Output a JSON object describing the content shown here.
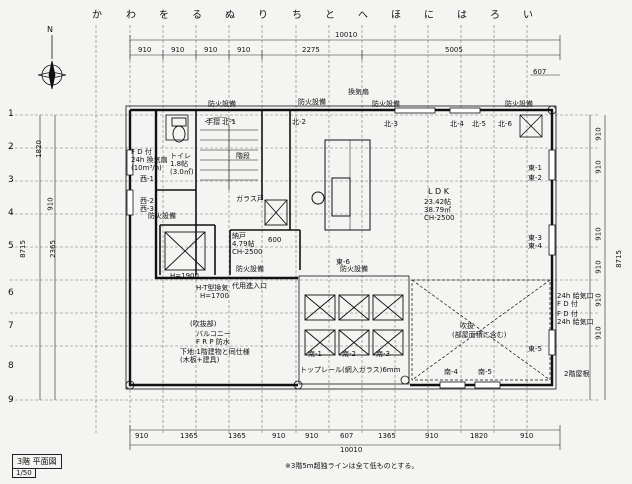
{
  "top_row_labels": [
    "か",
    "わ",
    "を",
    "る",
    "ぬ",
    "り",
    "ち",
    "と",
    "へ",
    "ほ",
    "に",
    "は",
    "ろ",
    "い"
  ],
  "left_row_labels": [
    "1",
    "2",
    "3",
    "4",
    "5",
    "6",
    "7",
    "8",
    "9"
  ],
  "north_label": "N",
  "top_dims": {
    "overall": "10010",
    "segments": [
      "910",
      "910",
      "910",
      "910",
      "2275",
      "5005"
    ],
    "small": "607"
  },
  "bottom_dims": {
    "overall": "10010",
    "segments": [
      "910",
      "1365",
      "1365",
      "910",
      "910",
      "607",
      "1365",
      "910",
      "1820",
      "910"
    ]
  },
  "left_dims": [
    "1820",
    "2365",
    "8715",
    "910"
  ],
  "right_dims": [
    "910",
    "910",
    "8715",
    "910",
    "910",
    "910",
    "910"
  ],
  "rooms": {
    "ldk": {
      "name": "L D K",
      "area": "23.42帖",
      "height": "38.79㎡",
      "ch": "CH-2500"
    },
    "toilet": {
      "name": "トイレ",
      "area": "1.8帖",
      "extra": "(3.0㎡)"
    },
    "fd": {
      "label": "F D 付",
      "spec": "24h 換気扇",
      "extra": "(10m³/h)"
    },
    "balcony": {
      "name": "バルコニー",
      "spec": "F R P 防水",
      "note1": "下地:1階建物と同仕様",
      "note2": "(木板+建具)"
    },
    "storage": {
      "name": "納戸",
      "area": "4.79帖",
      "ch": "CH-2500"
    },
    "wall_balcony": "(吹抜部)",
    "stair_label": "階段",
    "glass_door": "ガラス戸",
    "skylight": "吹抜",
    "skylight_spec": "(部屋面積に含む)"
  },
  "fire_labels": [
    "防火設備",
    "防火設備",
    "防火設備",
    "防火設備",
    "防火設備",
    "防火設備",
    "防火設備"
  ],
  "equipment_labels": [
    "換気扇",
    "北-1",
    "北-2",
    "北-3",
    "北-4",
    "北-5",
    "北-6",
    "西-1",
    "西-2",
    "西-3",
    "南-1",
    "南-2",
    "南-3",
    "南-4",
    "南-5",
    "東-1",
    "東-2",
    "東-3",
    "東-4",
    "東-5",
    "東-6"
  ],
  "misc_labels": {
    "fd_right": "F D 付",
    "fd_right_spec": "24h 給気口",
    "valve": "代用進入口",
    "height_note": "H=1700",
    "panel_note": "H-T型換気",
    "width600": "600",
    "fhs": "H=1900",
    "stair_handrail": "手摺",
    "rail_note": "トップレール(網入ガラス)6mm",
    "bottom_right": "2階屋根",
    "east_note": "F D 付",
    "east_note2": "24h 給気口"
  },
  "footer": {
    "title": "3階 平面図",
    "scale": "1/50",
    "note": "※3階5m超独ラインは全て低ものとする。"
  }
}
